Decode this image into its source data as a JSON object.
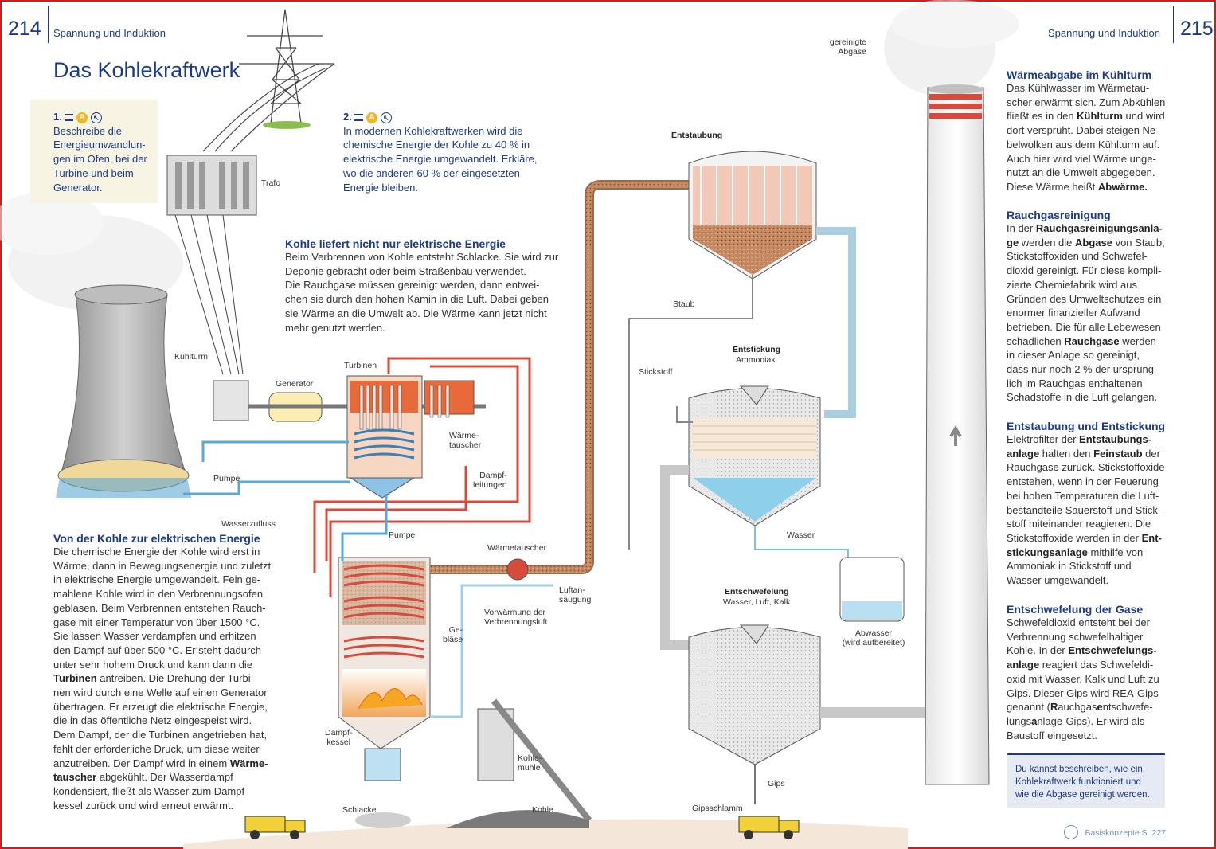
{
  "header": {
    "page_left": "214",
    "page_right": "215",
    "running_left": "Spannung und Induktion",
    "running_right": "Spannung und Induktion"
  },
  "title": "Das Kohlekraftwerk",
  "tasks": [
    {
      "number": "1.",
      "text": [
        "Beschreibe die",
        "Energieumwandlun-",
        "gen im Ofen, bei der",
        "Turbine und beim",
        "Generator."
      ]
    },
    {
      "number": "2.",
      "text": [
        "In modernen Kohlekraftwerken wird die",
        "chemische Energie der Kohle zu 40 % in",
        "elektrische Energie umgewandelt. Erkläre,",
        "wo die anderen 60 % der eingesetzten",
        "Energie bleiben."
      ]
    }
  ],
  "sections": {
    "kohle": {
      "heading": "Kohle liefert nicht nur elektrische Energie",
      "lines": [
        "Beim Verbrennen von Kohle entsteht Schlacke. Sie wird zur",
        "Deponie gebracht oder beim Straßenbau verwendet.",
        "Die Rauchgase müssen gereinigt werden, dann entwei-",
        "chen sie durch den hohen Kamin in die Luft. Dabei geben",
        "sie Wärme an die Umwelt ab. Die Wärme kann jetzt nicht",
        "mehr genutzt werden."
      ]
    },
    "energie": {
      "heading": "Von der Kohle zur elektrischen Energie",
      "lines": [
        "Die chemische Energie der Kohle wird erst in",
        "Wärme, dann in Bewegungsenergie und zuletzt",
        "in elektrische Energie umgewandelt. Fein ge-",
        "mahlene Kohle wird in den Verbrennungsofen",
        "geblasen. Beim Verbrennen entstehen Rauch-",
        "gase mit einer Temperatur von über 1500 °C.",
        "Sie lassen Wasser verdampfen und erhitzen",
        "den Dampf auf über 500 °C. Er steht dadurch",
        "unter sehr hohem Druck und kann dann die",
        "<b>Turbinen</b> antreiben. Die Drehung der Turbi-",
        "nen wird durch eine Welle auf einen Generator",
        "übertragen. Er erzeugt die elektrische Energie,",
        "die in das öffentliche Netz eingespeist wird.",
        "Dem Dampf, der die Turbinen angetrieben hat,",
        "fehlt der erforderliche Druck, um diese weiter",
        "anzutreiben. Der Dampf wird in einem <b>Wärme-</b>",
        "<b>tauscher</b> abgekühlt. Der Wasserdampf",
        "kondensiert, fließt als Wasser zum Dampf-",
        "kessel zurück und wird erneut erwärmt."
      ]
    },
    "kuehlturm": {
      "heading": "Wärmeabgabe im Kühlturm",
      "lines": [
        "Das Kühlwasser im Wärmetau-",
        "scher erwärmt sich. Zum Abkühlen",
        "fließt es in den <b>Kühlturm</b> und wird",
        "dort versprüht. Dabei steigen Ne-",
        "belwolken aus dem Kühlturm auf.",
        "Auch hier wird viel Wärme unge-",
        "nutzt an die Umwelt abgegeben.",
        "Diese Wärme heißt <b>Abwärme.</b>"
      ]
    },
    "rauchgas": {
      "heading": "Rauchgasreinigung",
      "lines": [
        "In der <b>Rauchgasreinigungsanla-</b>",
        "<b>ge</b> werden die <b>Abgase</b> von Staub,",
        "Stickstoffoxiden und Schwefel-",
        "dioxid gereinigt. Für diese kompli-",
        "zierte Chemiefabrik wird aus",
        "Gründen des Umweltschutzes ein",
        "enormer finanzieller Aufwand",
        "betrieben. Die für alle Lebewesen",
        "schädlichen <b>Rauchgase</b> werden",
        "in dieser Anlage so gereinigt,",
        "dass nur noch 2 % der ursprüng-",
        "lich im Rauchgas enthaltenen",
        "Schadstoffe in die Luft gelangen."
      ]
    },
    "entstaubung": {
      "heading": "Entstaubung und Entstickung",
      "lines": [
        "Elektrofilter der <b>Entstaubungs-</b>",
        "<b>anlage</b> halten den <b>Feinstaub</b> der",
        "Rauchgase zurück. Stickstoffoxide",
        "entstehen, wenn in der Feuerung",
        "bei hohen Temperaturen die Luft-",
        "bestandteile Sauerstoff und Stick-",
        "stoff miteinander reagieren. Die",
        "Stickstoffoxide werden in der <b>Ent-</b>",
        "<b>stickungsanlage</b> mithilfe von",
        "Ammoniak in Stickstoff und",
        "Wasser umgewandelt."
      ]
    },
    "entschwefelung": {
      "heading": "Entschwefelung der Gase",
      "lines": [
        "Schwefeldioxid entsteht bei der",
        "Verbrennung schwefelhaltiger",
        "Kohle. In der <b>Entschwefelungs-</b>",
        "<b>anlage</b> reagiert das Schwefeldi-",
        "oxid mit Wasser, Kalk und Luft zu",
        "Gips. Dieser Gips wird REA-Gips",
        "genannt (<b>R</b>auchgas<b>e</b>ntschwefe-",
        "lungs<b>a</b>nlage-Gips). Er wird als",
        "Baustoff eingesetzt."
      ]
    }
  },
  "summary_box": [
    "Du kannst beschreiben, wie ein",
    "Kohlekraftwerk funktioniert und",
    "wie die Abgase gereinigt werden."
  ],
  "reference": "Basiskonzepte S. 227",
  "labels": {
    "trafo": "Trafo",
    "kuehlturm": "Kühlturm",
    "generator": "Generator",
    "turbinen": "Turbinen",
    "waermetauscher_top_1": "Wärme-",
    "waermetauscher_top_2": "tauscher",
    "dampfleitungen_1": "Dampf-",
    "dampfleitungen_2": "leitungen",
    "pumpe_1": "Pumpe",
    "wasserzufluss": "Wasserzufluss",
    "pumpe_2": "Pumpe",
    "waermetauscher": "Wärmetauscher",
    "luftansaugung_1": "Luftan-",
    "luftansaugung_2": "saugung",
    "vorwaermung_1": "Vorwärmung der",
    "vorwaermung_2": "Verbrennungsluft",
    "geblaese_1": "Ge-",
    "geblaese_2": "bläse",
    "dampfkessel_1": "Dampf-",
    "dampfkessel_2": "kessel",
    "kohlemuehle_1": "Kohle-",
    "kohlemuehle_2": "mühle",
    "schlacke": "Schlacke",
    "kohle": "Kohle",
    "entstaubung": "Entstaubung",
    "staub": "Staub",
    "entstickung": "Entstickung",
    "ammoniak": "Ammoniak",
    "stickstoff": "Stickstoff",
    "wasser": "Wasser",
    "abwasser_1": "Abwasser",
    "abwasser_2": "(wird aufbereitet)",
    "entschwefelung": "Entschwefelung",
    "entschwefelung_sub": "Wasser, Luft, Kalk",
    "gips": "Gips",
    "gipsschlamm": "Gipsschlamm",
    "gereinigte_1": "gereinigte",
    "gereinigte_2": "Abgase"
  },
  "colors": {
    "accent": "#1b3a8a",
    "frame": "#d21b1b",
    "steam_red": "#d84a3a",
    "water_blue": "#58a8d8",
    "fluegas_brown": "#b5805a",
    "task_icon": "#f2b722"
  }
}
